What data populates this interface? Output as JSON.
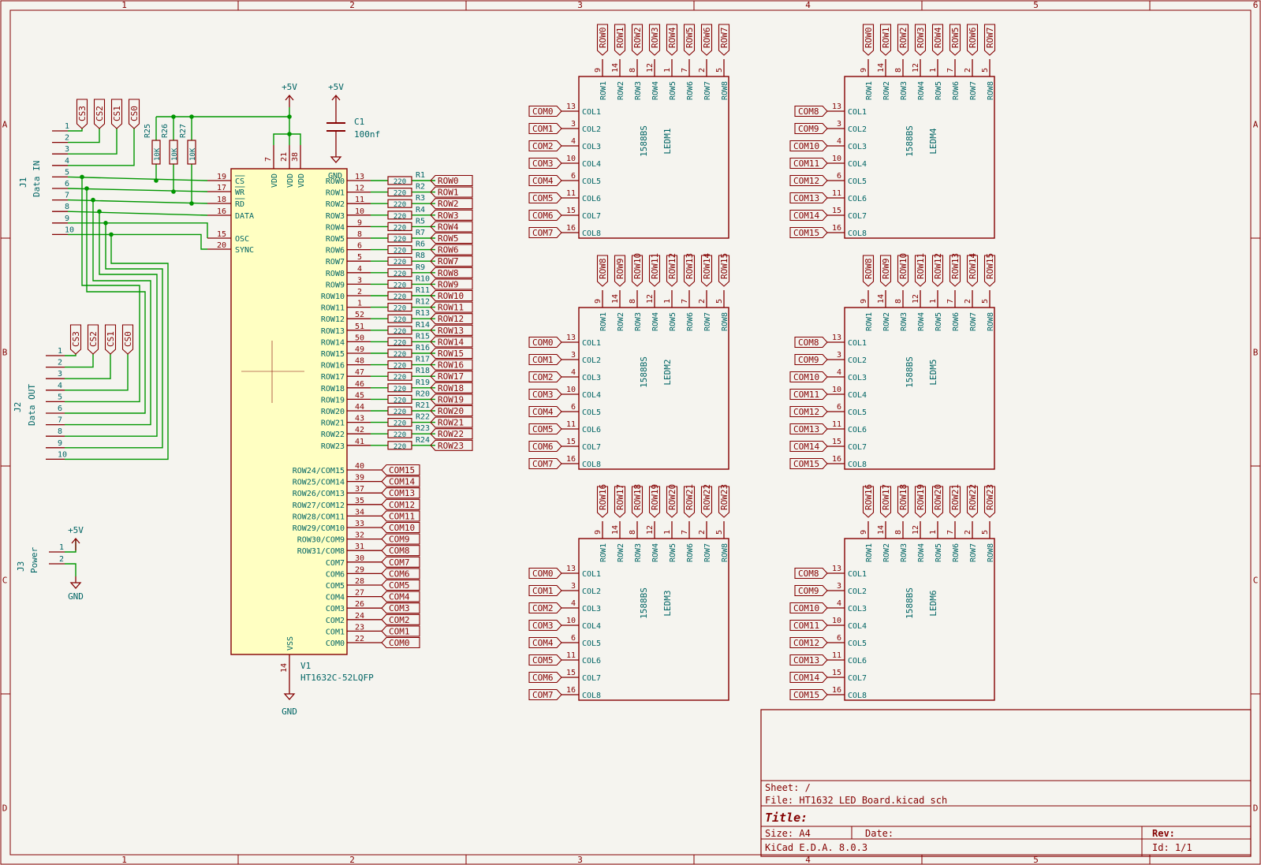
{
  "app": "KiCad schematic",
  "colors": {
    "paper": "#f5f4ef",
    "frame": "#840000",
    "wire": "#009600",
    "pin": "#840000",
    "text": "#006464",
    "body": "#ffffc2",
    "label": "#840000"
  },
  "frame": {
    "cols_top": [
      "1",
      "2",
      "3",
      "4",
      "5",
      "6"
    ],
    "cols_bottom": [
      "1",
      "2",
      "3",
      "4",
      "5"
    ],
    "rows": [
      "A",
      "B",
      "C",
      "D"
    ]
  },
  "titleblock": {
    "sheet": "Sheet: /",
    "file": "File: HT1632 LED Board.kicad_sch",
    "title": "Title:",
    "size": "Size: A4",
    "date": "Date:",
    "rev": "Rev:",
    "tool": "KiCad E.D.A. 8.0.3",
    "id": "Id: 1/1"
  },
  "power": {
    "vcc": "+5V",
    "gnd": "GND"
  },
  "connectors": {
    "j1": {
      "ref": "J1",
      "value": "Data IN",
      "pins": [
        "1",
        "2",
        "3",
        "4",
        "5",
        "6",
        "7",
        "8",
        "9",
        "10"
      ],
      "cs": [
        "CS3",
        "CS2",
        "CS1",
        "CS0"
      ]
    },
    "j2": {
      "ref": "J2",
      "value": "Data OUT",
      "pins": [
        "1",
        "2",
        "3",
        "4",
        "5",
        "6",
        "7",
        "8",
        "9",
        "10"
      ],
      "cs": [
        "CS3",
        "CS2",
        "CS1",
        "CS0"
      ]
    },
    "j3": {
      "ref": "J3",
      "value": "Power",
      "pins": [
        "1",
        "2"
      ]
    }
  },
  "pullups": [
    {
      "ref": "R25",
      "value": "10K"
    },
    {
      "ref": "R26",
      "value": "10K"
    },
    {
      "ref": "R27",
      "value": "10K"
    }
  ],
  "cap": {
    "ref": "C1",
    "value": "100nf"
  },
  "ic": {
    "ref": "V1",
    "value": "HT1632C-52LQFP",
    "vdd_pins": [
      "7",
      "21",
      "38"
    ],
    "vdd_label": "VDD",
    "vss_pin": "14",
    "vss_label": "VSS",
    "gnd_label": "GND",
    "left_pins": [
      {
        "num": "19",
        "name": "CS"
      },
      {
        "num": "17",
        "name": "WR"
      },
      {
        "num": "18",
        "name": "RD"
      },
      {
        "num": "16",
        "name": "DATA"
      },
      {
        "num": "15",
        "name": "OSC"
      },
      {
        "num": "20",
        "name": "SYNC"
      }
    ],
    "row_pins": [
      {
        "num": "13",
        "name": "ROW0",
        "r": "R1",
        "label": "ROW0"
      },
      {
        "num": "12",
        "name": "ROW1",
        "r": "R2",
        "label": "ROW1"
      },
      {
        "num": "11",
        "name": "ROW2",
        "r": "R3",
        "label": "ROW2"
      },
      {
        "num": "10",
        "name": "ROW3",
        "r": "R4",
        "label": "ROW3"
      },
      {
        "num": "9",
        "name": "ROW4",
        "r": "R5",
        "label": "ROW4"
      },
      {
        "num": "8",
        "name": "ROW5",
        "r": "R7",
        "label": "ROW5"
      },
      {
        "num": "6",
        "name": "ROW6",
        "r": "R6",
        "label": "ROW6"
      },
      {
        "num": "5",
        "name": "ROW7",
        "r": "R8",
        "label": "ROW7"
      },
      {
        "num": "4",
        "name": "ROW8",
        "r": "R9",
        "label": "ROW8"
      },
      {
        "num": "3",
        "name": "ROW9",
        "r": "R10",
        "label": "ROW9"
      },
      {
        "num": "2",
        "name": "ROW10",
        "r": "R11",
        "label": "ROW10"
      },
      {
        "num": "1",
        "name": "ROW11",
        "r": "R12",
        "label": "ROW11"
      },
      {
        "num": "52",
        "name": "ROW12",
        "r": "R13",
        "label": "ROW12"
      },
      {
        "num": "51",
        "name": "ROW13",
        "r": "R14",
        "label": "ROW13"
      },
      {
        "num": "50",
        "name": "ROW14",
        "r": "R15",
        "label": "ROW14"
      },
      {
        "num": "49",
        "name": "ROW15",
        "r": "R16",
        "label": "ROW15"
      },
      {
        "num": "48",
        "name": "ROW16",
        "r": "R17",
        "label": "ROW16"
      },
      {
        "num": "47",
        "name": "ROW17",
        "r": "R18",
        "label": "ROW17"
      },
      {
        "num": "46",
        "name": "ROW18",
        "r": "R19",
        "label": "ROW18"
      },
      {
        "num": "45",
        "name": "ROW19",
        "r": "R20",
        "label": "ROW19"
      },
      {
        "num": "44",
        "name": "ROW20",
        "r": "R21",
        "label": "ROW20"
      },
      {
        "num": "43",
        "name": "ROW21",
        "r": "R22",
        "label": "ROW21"
      },
      {
        "num": "42",
        "name": "ROW22",
        "r": "R23",
        "label": "ROW22"
      },
      {
        "num": "41",
        "name": "ROW23",
        "r": "R24",
        "label": "ROW23"
      }
    ],
    "res_value": "220",
    "com_pins": [
      {
        "num": "40",
        "name": "ROW24/COM15",
        "label": "COM15"
      },
      {
        "num": "39",
        "name": "ROW25/COM14",
        "label": "COM14"
      },
      {
        "num": "37",
        "name": "ROW26/COM13",
        "label": "COM13"
      },
      {
        "num": "35",
        "name": "ROW27/COM12",
        "label": "COM12"
      },
      {
        "num": "34",
        "name": "ROW28/COM11",
        "label": "COM11"
      },
      {
        "num": "33",
        "name": "ROW29/COM10",
        "label": "COM10"
      },
      {
        "num": "32",
        "name": "ROW30/COM9",
        "label": "COM9"
      },
      {
        "num": "31",
        "name": "ROW31/COM8",
        "label": "COM8"
      },
      {
        "num": "30",
        "name": "COM7",
        "label": "COM7"
      },
      {
        "num": "29",
        "name": "COM6",
        "label": "COM6"
      },
      {
        "num": "28",
        "name": "COM5",
        "label": "COM5"
      },
      {
        "num": "27",
        "name": "COM4",
        "label": "COM4"
      },
      {
        "num": "26",
        "name": "COM3",
        "label": "COM3"
      },
      {
        "num": "24",
        "name": "COM2",
        "label": "COM2"
      },
      {
        "num": "23",
        "name": "COM1",
        "label": "COM1"
      },
      {
        "num": "22",
        "name": "COM0",
        "label": "COM0"
      }
    ]
  },
  "matrix": {
    "value": "1588BS",
    "top_pins": [
      "9",
      "14",
      "8",
      "12",
      "1",
      "7",
      "2",
      "5"
    ],
    "row_names": [
      "ROW1",
      "ROW2",
      "ROW3",
      "ROW4",
      "ROW5",
      "ROW6",
      "ROW7",
      "ROW8"
    ],
    "left_pins": [
      "13",
      "3",
      "4",
      "10",
      "6",
      "11",
      "15",
      "16"
    ],
    "col_names": [
      "COL1",
      "COL2",
      "COL3",
      "COL4",
      "COL5",
      "COL6",
      "COL7",
      "COL8"
    ],
    "blocks": [
      {
        "ref": "LEDM1",
        "rows": [
          "ROW0",
          "ROW1",
          "ROW2",
          "ROW3",
          "ROW4",
          "ROW5",
          "ROW6",
          "ROW7"
        ],
        "coms": [
          "COM0",
          "COM1",
          "COM2",
          "COM3",
          "COM4",
          "COM5",
          "COM6",
          "COM7"
        ]
      },
      {
        "ref": "LEDM4",
        "rows": [
          "ROW0",
          "ROW1",
          "ROW2",
          "ROW3",
          "ROW4",
          "ROW5",
          "ROW6",
          "ROW7"
        ],
        "coms": [
          "COM8",
          "COM9",
          "COM10",
          "COM11",
          "COM12",
          "COM13",
          "COM14",
          "COM15"
        ]
      },
      {
        "ref": "LEDM2",
        "rows": [
          "ROW8",
          "ROW9",
          "ROW10",
          "ROW11",
          "ROW12",
          "ROW13",
          "ROW14",
          "ROW15"
        ],
        "coms": [
          "COM0",
          "COM1",
          "COM2",
          "COM3",
          "COM4",
          "COM5",
          "COM6",
          "COM7"
        ]
      },
      {
        "ref": "LEDM5",
        "rows": [
          "ROW8",
          "ROW9",
          "ROW10",
          "ROW11",
          "ROW12",
          "ROW13",
          "ROW14",
          "ROW15"
        ],
        "coms": [
          "COM8",
          "COM9",
          "COM10",
          "COM11",
          "COM12",
          "COM13",
          "COM14",
          "COM15"
        ]
      },
      {
        "ref": "LEDM3",
        "rows": [
          "ROW16",
          "ROW17",
          "ROW18",
          "ROW19",
          "ROW20",
          "ROW21",
          "ROW22",
          "ROW23"
        ],
        "coms": [
          "COM0",
          "COM1",
          "COM2",
          "COM3",
          "COM4",
          "COM5",
          "COM6",
          "COM7"
        ]
      },
      {
        "ref": "LEDM6",
        "rows": [
          "ROW16",
          "ROW17",
          "ROW18",
          "ROW19",
          "ROW20",
          "ROW21",
          "ROW22",
          "ROW23"
        ],
        "coms": [
          "COM8",
          "COM9",
          "COM10",
          "COM11",
          "COM12",
          "COM13",
          "COM14",
          "COM15"
        ]
      }
    ]
  }
}
